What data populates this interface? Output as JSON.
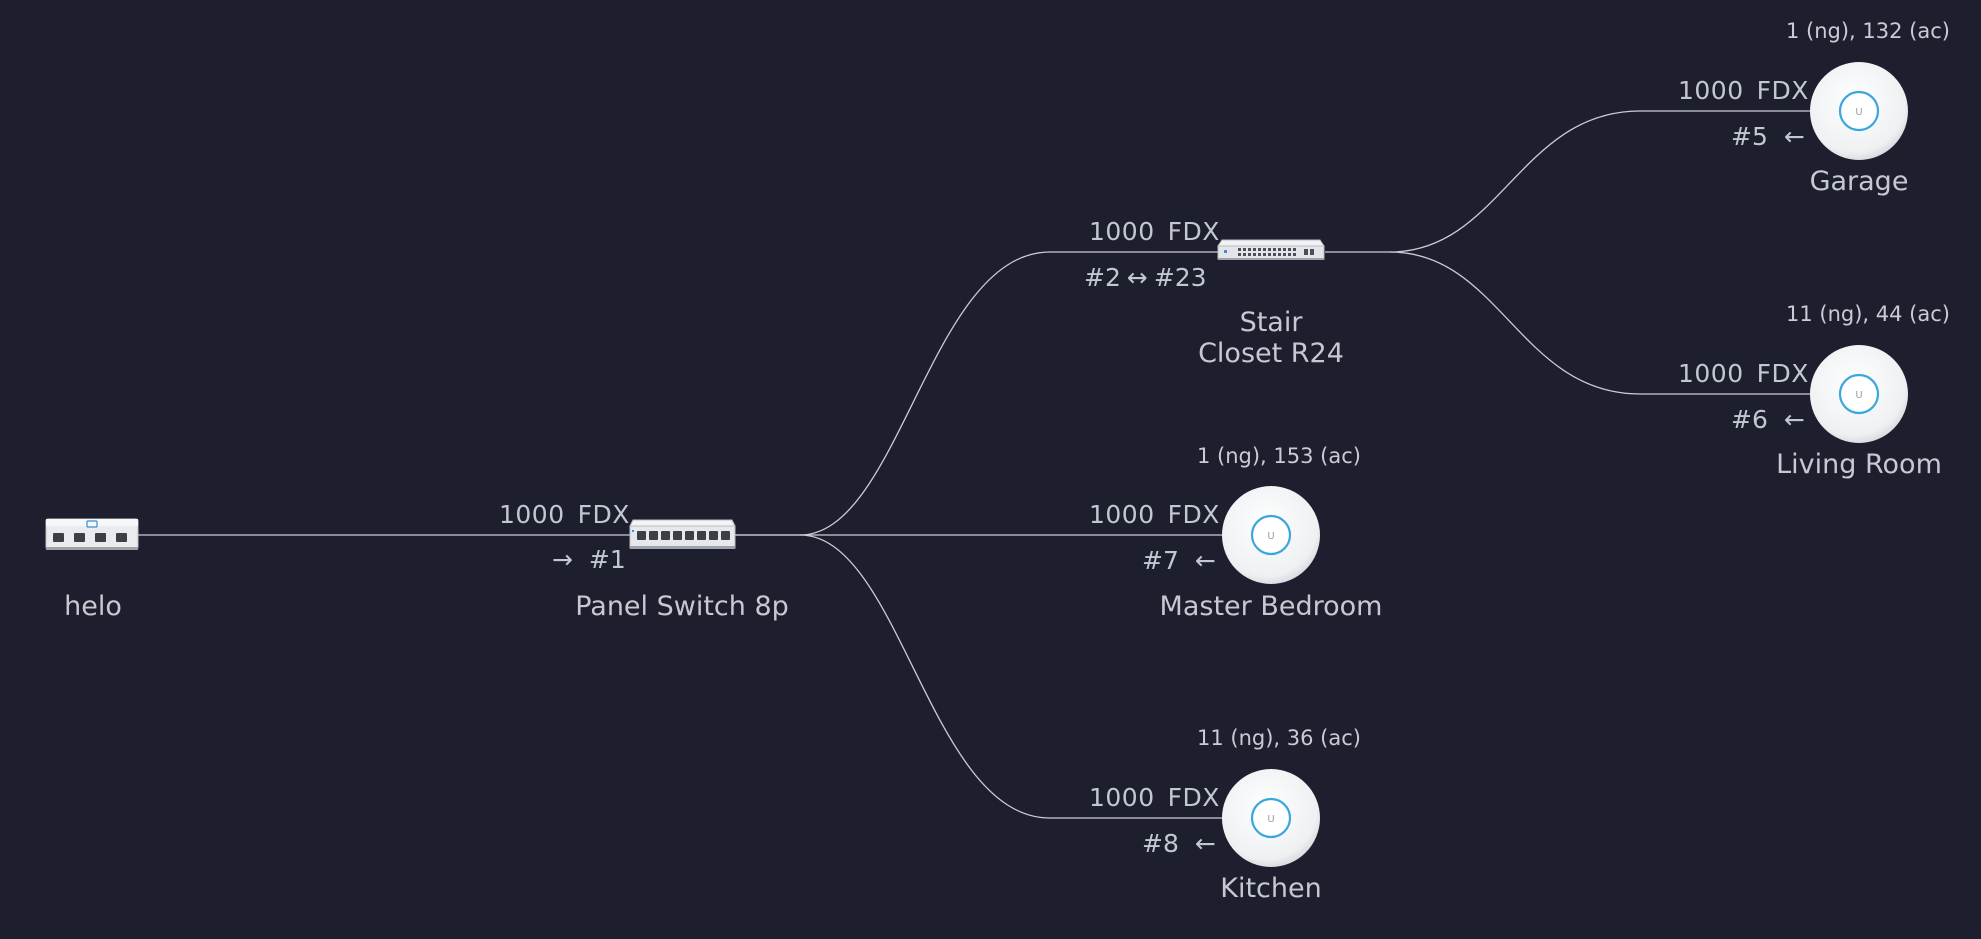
{
  "colors": {
    "background": "#1e1f2e",
    "link": "#c9ccd4",
    "text": "#c3c7d0",
    "ap_ring": "#3aa6dd"
  },
  "devices": {
    "gateway": {
      "name": "helo",
      "icon": "gateway-icon"
    },
    "panel_switch": {
      "name": "Panel Switch 8p",
      "icon": "switch-8-port-icon",
      "uplink": {
        "speed": "1000",
        "duplex": "FDX",
        "arrow": "→",
        "port": "#1"
      }
    },
    "stair_switch": {
      "name_line1": "Stair",
      "name_line2": "Closet R24",
      "icon": "rack-switch-24-port-icon",
      "uplink": {
        "speed": "1000",
        "duplex": "FDX",
        "port_from": "#2",
        "arrow": "↔",
        "port_to": "#23"
      }
    },
    "ap_garage": {
      "name": "Garage",
      "icon": "access-point-icon",
      "channels": "1 (ng), 132 (ac)",
      "uplink": {
        "speed": "1000",
        "duplex": "FDX",
        "port": "#5",
        "arrow": "←"
      }
    },
    "ap_living_room": {
      "name": "Living Room",
      "icon": "access-point-icon",
      "channels": "11 (ng), 44 (ac)",
      "uplink": {
        "speed": "1000",
        "duplex": "FDX",
        "port": "#6",
        "arrow": "←"
      }
    },
    "ap_master_bedroom": {
      "name": "Master Bedroom",
      "icon": "access-point-icon",
      "channels": "1 (ng), 153 (ac)",
      "uplink": {
        "speed": "1000",
        "duplex": "FDX",
        "port": "#7",
        "arrow": "←"
      }
    },
    "ap_kitchen": {
      "name": "Kitchen",
      "icon": "access-point-icon",
      "channels": "11 (ng), 36 (ac)",
      "uplink": {
        "speed": "1000",
        "duplex": "FDX",
        "port": "#8",
        "arrow": "←"
      }
    }
  }
}
